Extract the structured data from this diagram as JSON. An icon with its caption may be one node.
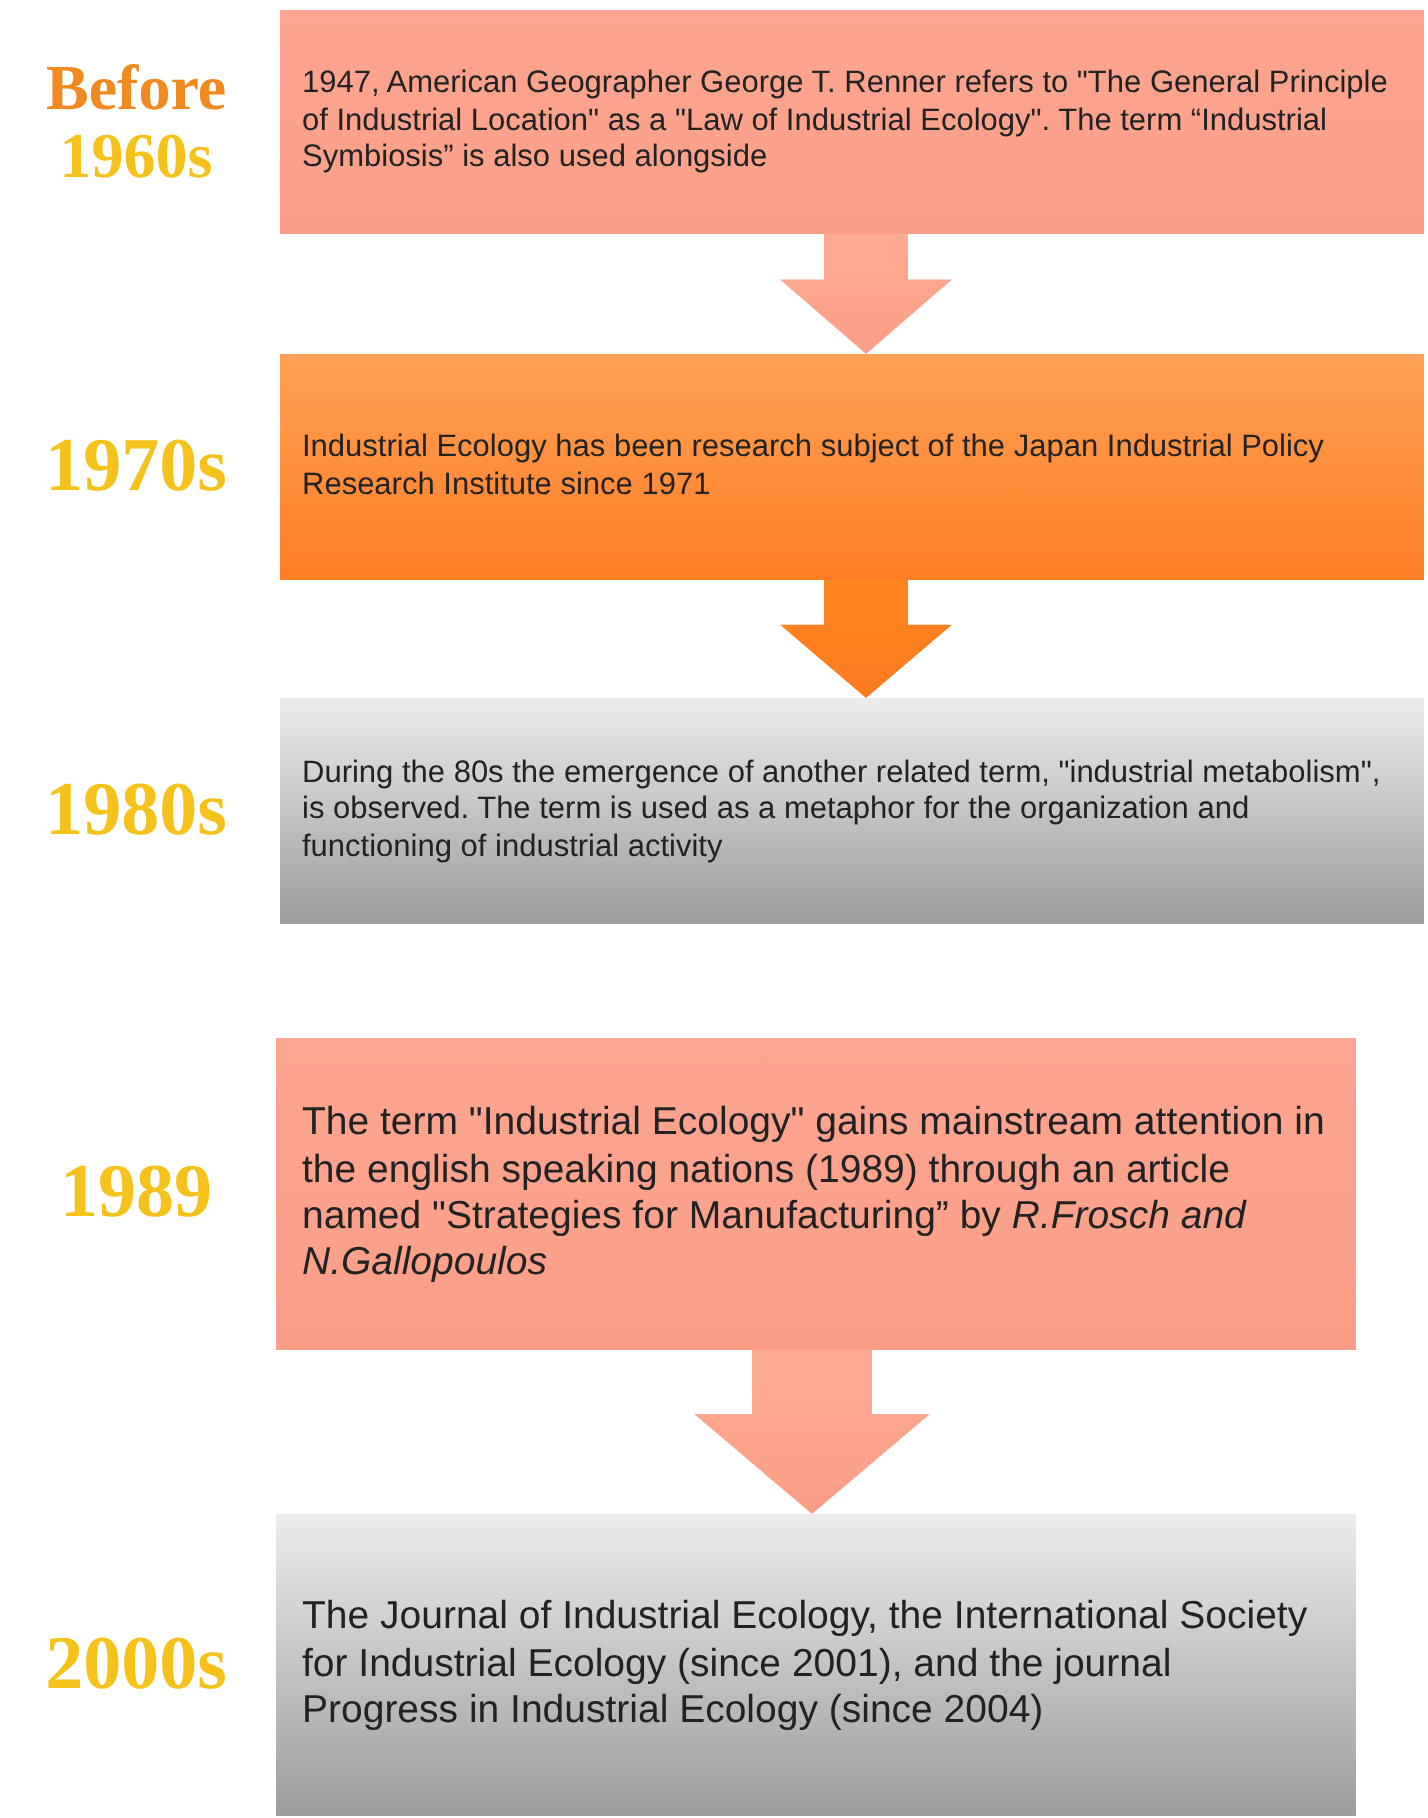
{
  "diagram": {
    "nodes": [
      {
        "text": [
          "1947, American Geographer George T. Renner refers to \"The General Principle of Industrial Location\" as a \"Law of Industrial Ecology\". The term “Industrial Symbiosis” is also used alongside"
        ],
        "beside": [
          "Before",
          "1960s"
        ]
      },
      {
        "text": [
          "Industrial Ecology has been research subject of the Japan Industrial Policy Research Institute since 1971"
        ],
        "beside": [
          "1970s"
        ]
      },
      {
        "text": [
          "During the 80s the emergence of another related term, \"industrial metabolism\", is observed. The term is used as a metaphor for the organization and functioning of industrial activity"
        ],
        "beside": [
          "1980s"
        ]
      },
      {
        "text": [
          "The term \"Industrial Ecology\" gains mainstream attention in the english speaking nations (1989) through an article named \"Strategies for Manufacturing” by *R.Frosch and N.Gallopoulos*"
        ],
        "beside": [
          "1989"
        ]
      },
      {
        "text": [
          "The Journal of Industrial Ecology, the International Society for Industrial Ecology (since 2001), and the journal Progress in Industrial Ecology (since 2004)"
        ],
        "beside": [
          "2000s"
        ]
      }
    ],
    "edges": [
      {
        "from": 0,
        "to": 1,
        "arrow": "to"
      },
      {
        "from": 1,
        "to": 2,
        "arrow": "to",
        "color": "#ff7a1e"
      },
      {
        "from": 3,
        "to": 4,
        "arrow": "to"
      }
    ]
  }
}
